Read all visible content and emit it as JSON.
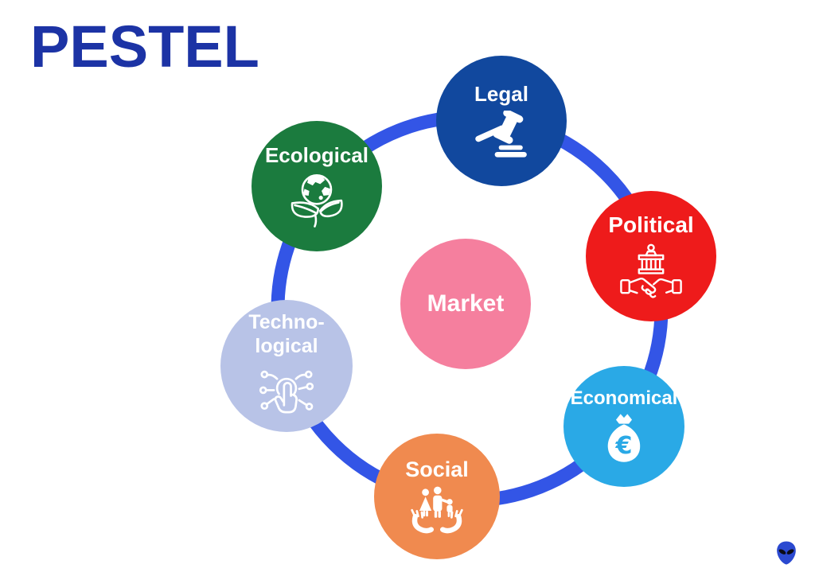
{
  "title": {
    "text": "PESTEL",
    "color": "#1C33A5"
  },
  "diagram": {
    "ring_color": "#3355E6",
    "center": {
      "label": "Market",
      "color": "#F57F9E"
    },
    "factors": [
      {
        "label": "Legal",
        "color": "#11489E",
        "icon": "gavel-icon"
      },
      {
        "label": "Political",
        "color": "#EE1B1B",
        "icon": "capitol-handshake-icon"
      },
      {
        "label": "Economical",
        "color": "#2AA9E6",
        "icon": "money-bag-euro-icon",
        "icon_symbol": "€"
      },
      {
        "label": "Social",
        "color": "#F08A4F",
        "icon": "family-in-hands-icon"
      },
      {
        "label": "Techno-logical",
        "label_line1": "Techno-",
        "label_line2": "logical",
        "color": "#B8C3E7",
        "icon": "tap-network-icon"
      },
      {
        "label": "Ecological",
        "color": "#1B7B3E",
        "icon": "globe-leaves-icon"
      }
    ]
  },
  "logo": {
    "name": "alien-logo",
    "color": "#2B49D0",
    "eye_color": "#0B0B16"
  }
}
